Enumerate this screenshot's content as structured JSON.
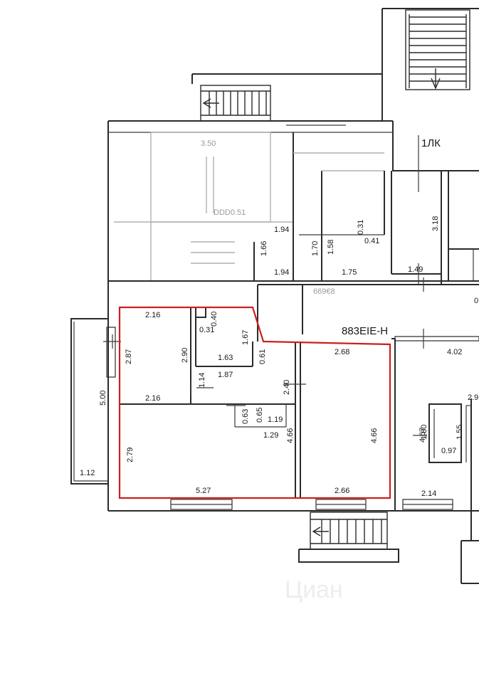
{
  "building_labels": {
    "section": "1ЛК",
    "blurred_top": "DDD0.51",
    "blurred_top_dim": "3.50",
    "blurred_mid": "669€8",
    "blurred_right": "883EIE-H"
  },
  "watermark": "Циан",
  "dims": {
    "d216a": "2.16",
    "d040": "0.40",
    "d031": "0.31",
    "d167": "1.67",
    "d287": "2.87",
    "d290": "2.90",
    "d163": "1.63",
    "d061": "0.61",
    "d187": "1.87",
    "d114": "1.14",
    "d240": "2.40",
    "d216b": "2.16",
    "d500": "5.00",
    "d063": "0.63",
    "d065": "0.65",
    "d119": "1.19",
    "d129": "1.29",
    "d466a": "4.66",
    "d466b": "4.66",
    "d268": "2.68",
    "d279": "2.79",
    "d112": "1.12",
    "d527": "5.27",
    "d266": "2.66",
    "d194a": "1.94",
    "d166": "1.66",
    "d170": "1.70",
    "d158": "1.58",
    "d031b": "0.31",
    "d041": "0.41",
    "d194b": "1.94",
    "d175": "1.75",
    "d318": "3.18",
    "d149": "1.49",
    "d402": "4.02",
    "d467": "4.67",
    "d180": "1.80",
    "d155": "1.55",
    "d097": "0.97",
    "d214": "2.14",
    "d29": "2.9",
    "d0": "0"
  }
}
